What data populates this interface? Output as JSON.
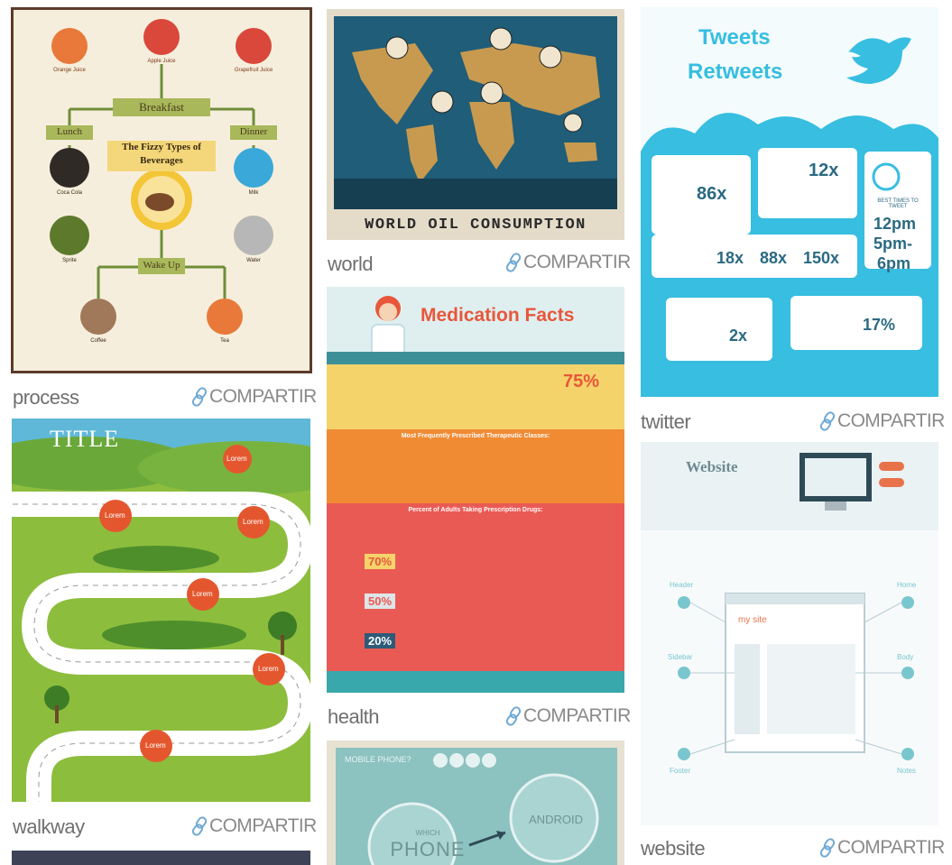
{
  "share_label": "COMPARTIR",
  "cards": [
    {
      "caption": "process"
    },
    {
      "caption": "walkway"
    },
    {
      "caption": "world"
    },
    {
      "caption": "health"
    },
    {
      "caption": "twitter"
    },
    {
      "caption": "website"
    }
  ],
  "process": {
    "title": "The Fizzy Types of Beverages",
    "breakfast": "Breakfast",
    "lunch": "Lunch",
    "dinner": "Dinner",
    "wakeup": "Wake Up",
    "orange": "Orange Juice",
    "apple": "Apple Juice",
    "grapefruit": "Grapefruit Juice",
    "cola": "Coca Cola",
    "sprite": "Sprite",
    "milk": "Milk",
    "water": "Water",
    "coffee": "Coffee",
    "tea": "Tea"
  },
  "walkway": {
    "title": "TITLE",
    "lorem": "Lorem"
  },
  "world": {
    "banner": "WORLD OIL CONSUMPTION"
  },
  "health": {
    "title": "Medication Facts",
    "pct75": "75%",
    "classes": "Most Frequently Prescribed Therapeutic Classes:",
    "adults": "Percent of Adults Taking Prescription Drugs:",
    "p70": "70%",
    "p50": "50%",
    "p20": "20%"
  },
  "phone": {
    "header": "MOBILE PHONE?",
    "which": "WHICH",
    "phone": "PHONE",
    "android": "ANDROID"
  },
  "twitter": {
    "title1": "Tweets",
    "title2": "Retweets",
    "links_stat": "86x",
    "retweet_stat": "12x",
    "best_times": "BEST TIMES TO TWEET",
    "t12": "12pm",
    "t5": "5pm-",
    "t6": "6pm",
    "img1": "18x",
    "img2": "88x",
    "img3": "150x",
    "hash_stat": "2x",
    "pct17": "17%"
  },
  "website": {
    "title": "Website",
    "mysite": "my site",
    "header": "Header",
    "sidebar": "Sidebar",
    "footer": "Footer",
    "home": "Home",
    "body": "Body",
    "notes": "Notes"
  }
}
